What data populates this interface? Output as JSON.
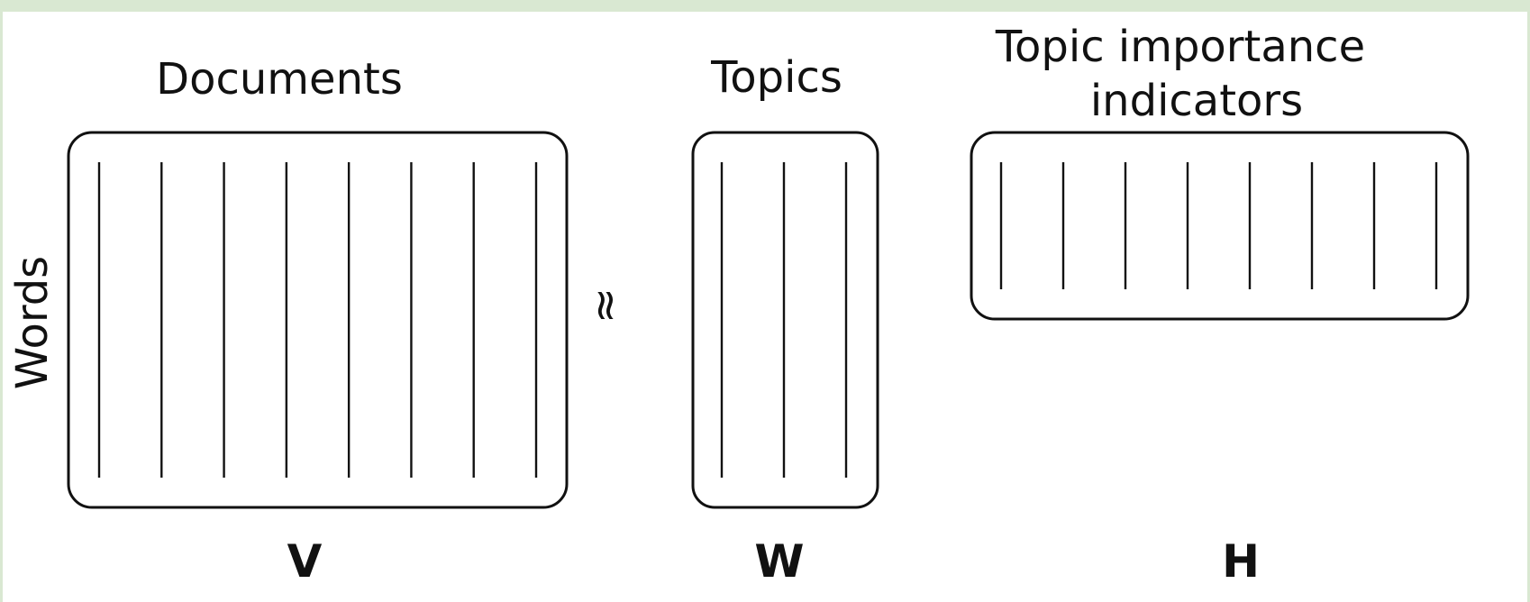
{
  "labels": {
    "documents": "Documents",
    "topics": "Topics",
    "topic_importance_line1": "Topic importance",
    "topic_importance_line2": "indicators",
    "words": "Words",
    "approx": "≈"
  },
  "matrices": {
    "v": {
      "name": "V",
      "columns": 8
    },
    "w": {
      "name": "W",
      "columns": 3
    },
    "h": {
      "name": "H",
      "columns": 8
    }
  },
  "colors": {
    "frame": "#d9e8d2",
    "ink": "#111111"
  }
}
